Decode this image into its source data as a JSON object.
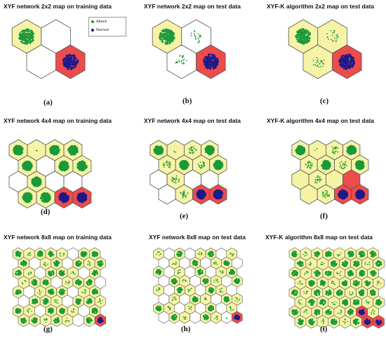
{
  "colors": {
    "attack": "#1a9a3a",
    "normal": "#1b1b8a",
    "cell_yellow": "#f7f3a6",
    "cell_red": "#ee4b4b",
    "cell_white": "#ffffff",
    "cell_stroke": "#555555"
  },
  "legend": {
    "attack_label": "Attack",
    "normal_label": "Normal"
  },
  "panels": [
    {
      "id": "a",
      "title": "XYF network 2x2 map on training data",
      "label": "(a)",
      "cols": 2,
      "rows": 2,
      "cells": [
        [
          "Y",
          "W"
        ],
        [
          "W",
          "R"
        ]
      ],
      "marks": [
        [
          "A",
          "-"
        ],
        [
          "-",
          "N"
        ]
      ]
    },
    {
      "id": "b",
      "title": "XYF network 2x2 map on test data",
      "label": "(b)",
      "cols": 2,
      "rows": 2,
      "cells": [
        [
          "Y",
          "W"
        ],
        [
          "W",
          "R"
        ]
      ],
      "marks": [
        [
          "A",
          "a"
        ],
        [
          "a",
          "N"
        ]
      ]
    },
    {
      "id": "c",
      "title": "XYF-K algorithm 2x2 map on test data",
      "label": "(c)",
      "cols": 2,
      "rows": 2,
      "cells": [
        [
          "Y",
          "Y"
        ],
        [
          "Y",
          "R"
        ]
      ],
      "marks": [
        [
          "A",
          "a"
        ],
        [
          "a",
          "N"
        ]
      ]
    },
    {
      "id": "d",
      "title": "XYF network 4x4 map on training data",
      "label": "(d)",
      "cols": 4,
      "rows": 4,
      "cells": [
        [
          "Y",
          "Y",
          "Y",
          "Y"
        ],
        [
          "Y",
          "W",
          "Y",
          "Y"
        ],
        [
          "W",
          "Y",
          "W",
          "W"
        ],
        [
          "Y",
          "Y",
          "R",
          "R"
        ]
      ],
      "marks": [
        [
          "A",
          "s",
          "A",
          "A"
        ],
        [
          "A",
          "-",
          "A",
          "A"
        ],
        [
          "-",
          "A",
          "-",
          "-"
        ],
        [
          "A",
          "A",
          "N",
          "N"
        ]
      ]
    },
    {
      "id": "e",
      "title": "XYF network 4x4 map on test data",
      "label": "(e)",
      "cols": 4,
      "rows": 4,
      "cells": [
        [
          "Y",
          "Y",
          "Y",
          "Y"
        ],
        [
          "Y",
          "Y",
          "Y",
          "Y"
        ],
        [
          "W",
          "Y",
          "W",
          "W"
        ],
        [
          "W",
          "Y",
          "R",
          "R"
        ]
      ],
      "marks": [
        [
          "A",
          "s",
          "a",
          "A"
        ],
        [
          "a",
          "A",
          "a",
          "A"
        ],
        [
          "-",
          "a",
          "-",
          "-"
        ],
        [
          "-",
          "a",
          "N",
          "N"
        ]
      ]
    },
    {
      "id": "f",
      "title": "XYF-K algorithm 4x4 map on test data",
      "label": "(f)",
      "cols": 4,
      "rows": 4,
      "cells": [
        [
          "Y",
          "Y",
          "Y",
          "Y"
        ],
        [
          "Y",
          "Y",
          "Y",
          "Y"
        ],
        [
          "Y",
          "Y",
          "Y",
          "R"
        ],
        [
          "Y",
          "Y",
          "R",
          "R"
        ]
      ],
      "marks": [
        [
          "A",
          "s",
          "a",
          "A"
        ],
        [
          "a",
          "A",
          "a",
          "A"
        ],
        [
          "-",
          "a",
          "-",
          "-"
        ],
        [
          "-",
          "a",
          "N",
          "N"
        ]
      ]
    },
    {
      "id": "g",
      "title": "XYF network 8x8 map on training data",
      "label": "(g)",
      "cols": 8,
      "rows": 8,
      "cells": [
        [
          "Y",
          "Y",
          "Y",
          "Y",
          "Y",
          "W",
          "Y",
          "Y"
        ],
        [
          "Y",
          "W",
          "Y",
          "Y",
          "W",
          "Y",
          "Y",
          "Y"
        ],
        [
          "Y",
          "Y",
          "W",
          "Y",
          "Y",
          "Y",
          "W",
          "Y"
        ],
        [
          "Y",
          "Y",
          "Y",
          "W",
          "Y",
          "Y",
          "Y",
          "W"
        ],
        [
          "Y",
          "W",
          "Y",
          "Y",
          "Y",
          "W",
          "Y",
          "Y"
        ],
        [
          "W",
          "Y",
          "Y",
          "Y",
          "W",
          "Y",
          "Y",
          "Y"
        ],
        [
          "Y",
          "Y",
          "W",
          "Y",
          "Y",
          "Y",
          "W",
          "Y"
        ],
        [
          "Y",
          "Y",
          "Y",
          "Y",
          "Y",
          "W",
          "Y",
          "R"
        ]
      ],
      "marks": [
        [
          "A",
          "a",
          "A",
          "A",
          "a",
          "-",
          "A",
          "A"
        ],
        [
          "A",
          "-",
          "a",
          "A",
          "-",
          "A",
          "a",
          "A"
        ],
        [
          "A",
          "a",
          "-",
          "A",
          "A",
          "a",
          "-",
          "A"
        ],
        [
          "a",
          "A",
          "A",
          "-",
          "a",
          "A",
          "A",
          "-"
        ],
        [
          "A",
          "-",
          "a",
          "A",
          "A",
          "-",
          "a",
          "A"
        ],
        [
          "-",
          "A",
          "A",
          "a",
          "-",
          "A",
          "A",
          "a"
        ],
        [
          "A",
          "a",
          "-",
          "A",
          "A",
          "a",
          "-",
          "A"
        ],
        [
          "A",
          "A",
          "a",
          "A",
          "a",
          "-",
          "A",
          "N"
        ]
      ]
    },
    {
      "id": "h",
      "title": "XYF network 8x8 map on test data",
      "label": "(h)",
      "cols": 8,
      "rows": 8,
      "cells": [
        [
          "Y",
          "W",
          "Y",
          "W",
          "Y",
          "Y",
          "W",
          "Y"
        ],
        [
          "W",
          "Y",
          "W",
          "Y",
          "W",
          "Y",
          "Y",
          "W"
        ],
        [
          "Y",
          "W",
          "Y",
          "W",
          "Y",
          "W",
          "Y",
          "Y"
        ],
        [
          "W",
          "Y",
          "Y",
          "W",
          "Y",
          "Y",
          "W",
          "Y"
        ],
        [
          "Y",
          "W",
          "Y",
          "Y",
          "W",
          "Y",
          "Y",
          "W"
        ],
        [
          "W",
          "Y",
          "W",
          "Y",
          "Y",
          "W",
          "Y",
          "Y"
        ],
        [
          "Y",
          "Y",
          "W",
          "Y",
          "W",
          "Y",
          "W",
          "Y"
        ],
        [
          "W",
          "Y",
          "Y",
          "W",
          "Y",
          "Y",
          "W",
          "R"
        ]
      ],
      "marks": [
        [
          "a",
          "-",
          "A",
          "-",
          "a",
          "A",
          "-",
          "a"
        ],
        [
          "-",
          "a",
          "-",
          "A",
          "-",
          "a",
          "A",
          "-"
        ],
        [
          "A",
          "-",
          "a",
          "-",
          "A",
          "-",
          "a",
          "A"
        ],
        [
          "-",
          "A",
          "a",
          "-",
          "A",
          "a",
          "-",
          "A"
        ],
        [
          "a",
          "-",
          "A",
          "a",
          "-",
          "A",
          "a",
          "-"
        ],
        [
          "-",
          "a",
          "-",
          "A",
          "a",
          "-",
          "A",
          "a"
        ],
        [
          "A",
          "a",
          "-",
          "a",
          "-",
          "A",
          "-",
          "a"
        ],
        [
          "-",
          "A",
          "a",
          "-",
          "A",
          "a",
          "s",
          "N"
        ]
      ]
    },
    {
      "id": "i",
      "title": "XYF-K algorithm 8x8 map on test data",
      "label": "(i)",
      "cols": 8,
      "rows": 8,
      "cells": [
        [
          "Y",
          "Y",
          "Y",
          "Y",
          "Y",
          "Y",
          "Y",
          "Y"
        ],
        [
          "Y",
          "Y",
          "Y",
          "Y",
          "Y",
          "Y",
          "Y",
          "Y"
        ],
        [
          "Y",
          "Y",
          "Y",
          "Y",
          "Y",
          "Y",
          "Y",
          "Y"
        ],
        [
          "Y",
          "Y",
          "Y",
          "Y",
          "Y",
          "Y",
          "Y",
          "Y"
        ],
        [
          "Y",
          "Y",
          "Y",
          "Y",
          "Y",
          "Y",
          "Y",
          "Y"
        ],
        [
          "Y",
          "Y",
          "Y",
          "Y",
          "Y",
          "Y",
          "Y",
          "Y"
        ],
        [
          "Y",
          "Y",
          "Y",
          "Y",
          "Y",
          "Y",
          "R",
          "Y"
        ],
        [
          "Y",
          "Y",
          "Y",
          "Y",
          "Y",
          "Y",
          "R",
          "R"
        ]
      ],
      "marks": [
        [
          "A",
          "a",
          "A",
          "A",
          "a",
          "A",
          "A",
          "A"
        ],
        [
          "A",
          "a",
          "a",
          "A",
          "A",
          "A",
          "a",
          "A"
        ],
        [
          "A",
          "a",
          "A",
          "A",
          "a",
          "A",
          "A",
          "A"
        ],
        [
          "a",
          "A",
          "A",
          "a",
          "A",
          "A",
          "A",
          "a"
        ],
        [
          "A",
          "a",
          "A",
          "A",
          "A",
          "a",
          "A",
          "A"
        ],
        [
          "a",
          "A",
          "A",
          "a",
          "A",
          "A",
          "a",
          "A"
        ],
        [
          "A",
          "a",
          "A",
          "A",
          "a",
          "A",
          "N",
          "a"
        ],
        [
          "A",
          "A",
          "a",
          "A",
          "a",
          "A",
          "N",
          "N"
        ]
      ]
    }
  ]
}
